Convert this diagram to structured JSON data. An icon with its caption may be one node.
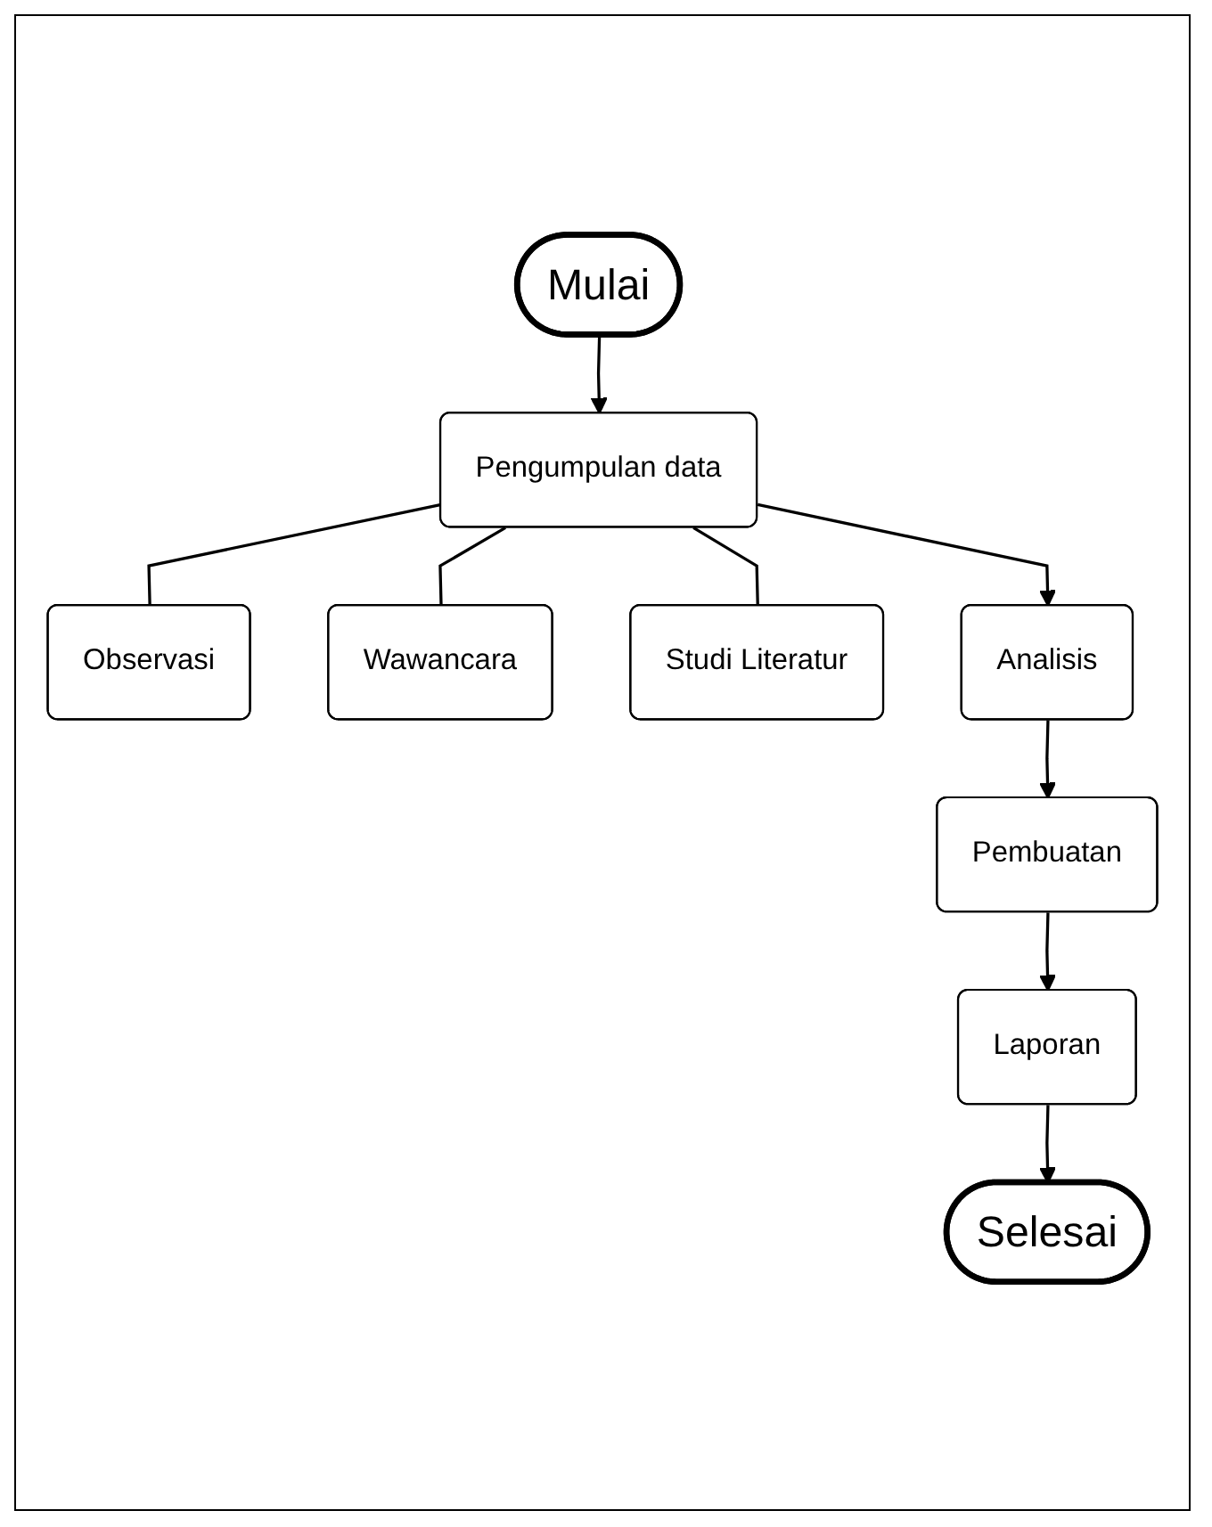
{
  "diagram": {
    "nodes": [
      {
        "text": [
          "Mulai"
        ]
      },
      {
        "text": [
          "Pengumpulan data"
        ]
      },
      {
        "text": [
          "Observasi"
        ]
      },
      {
        "text": [
          "Wawancara"
        ]
      },
      {
        "text": [
          "Studi Literatur"
        ]
      },
      {
        "text": [
          "Analisis"
        ]
      },
      {
        "text": [
          "Pembuatan"
        ]
      },
      {
        "text": [
          "Laporan"
        ]
      },
      {
        "text": [
          "Selesai"
        ]
      }
    ],
    "edges": [
      {
        "from": 0,
        "to": 1,
        "arrow": "to"
      },
      {
        "from": 1,
        "to": 2,
        "arrow": "none"
      },
      {
        "from": 1,
        "to": 3,
        "arrow": "none"
      },
      {
        "from": 1,
        "to": 4,
        "arrow": "none"
      },
      {
        "from": 1,
        "to": 5,
        "arrow": "to"
      },
      {
        "from": 5,
        "to": 6,
        "arrow": "to"
      },
      {
        "from": 6,
        "to": 7,
        "arrow": "to"
      },
      {
        "from": 7,
        "to": 8,
        "arrow": "to"
      }
    ]
  }
}
